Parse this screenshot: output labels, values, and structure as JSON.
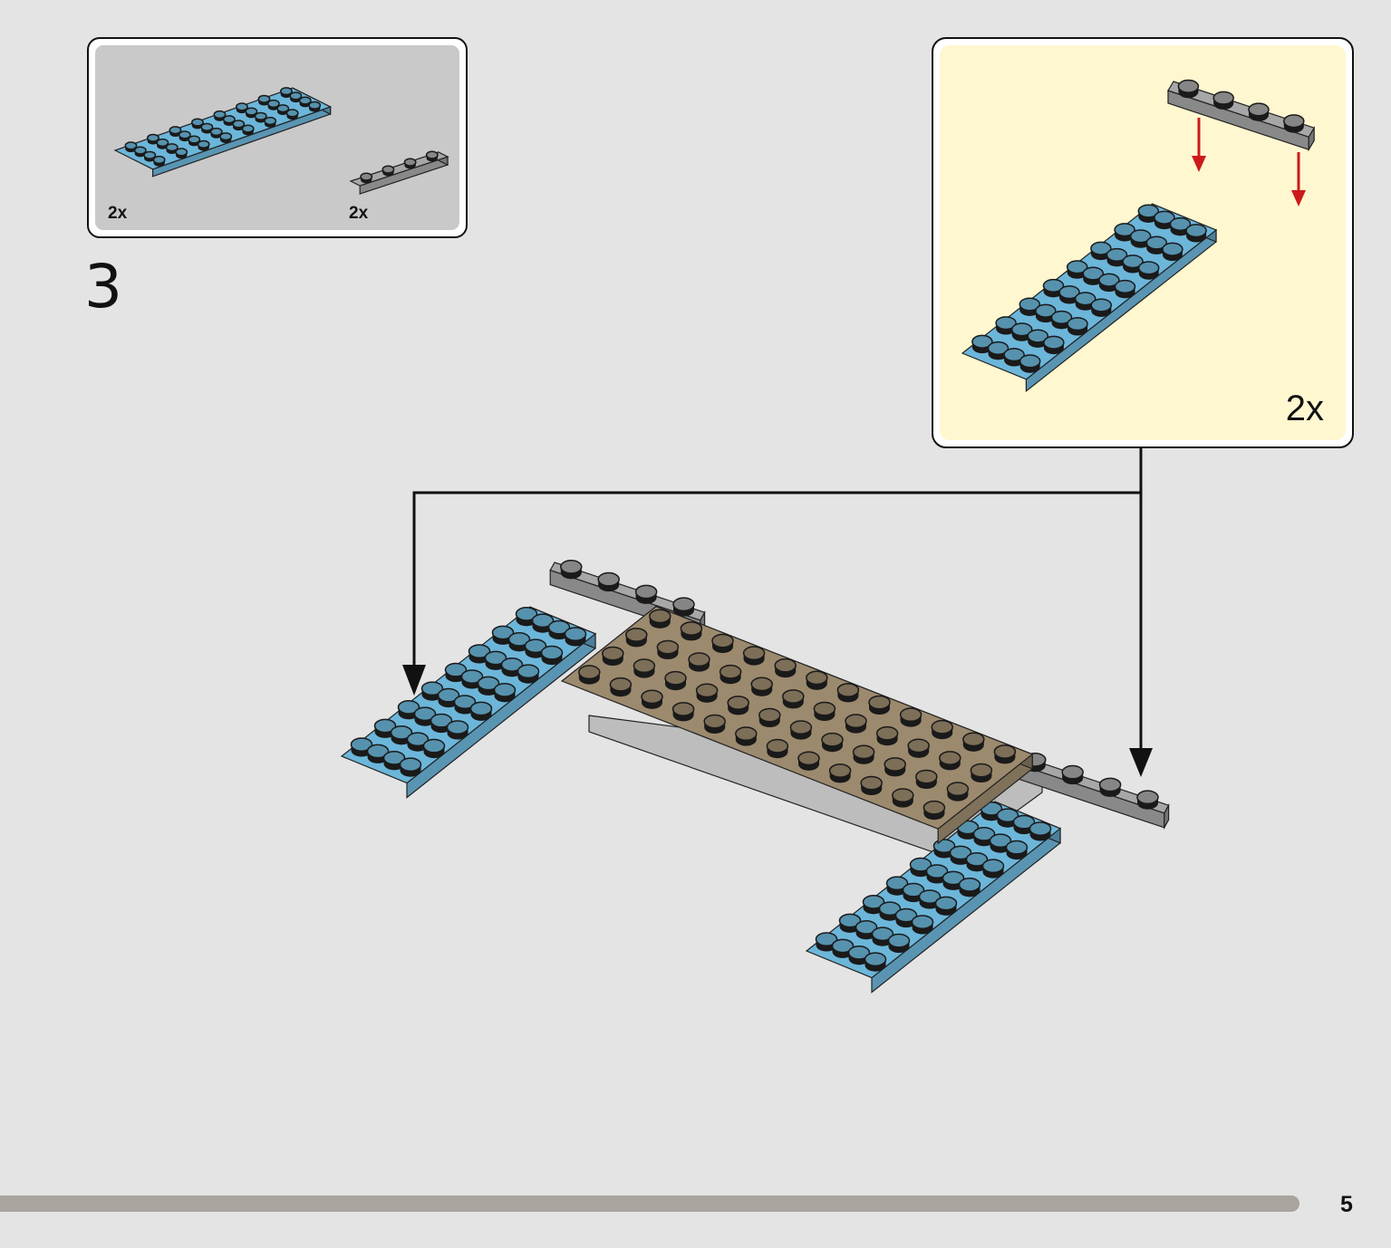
{
  "parts_list": {
    "items": [
      {
        "quantity": "2x",
        "color": "#6cb6da",
        "part": "plate-4x8"
      },
      {
        "quantity": "2x",
        "color": "#a7a7a7",
        "part": "plate-1x4"
      }
    ]
  },
  "step": {
    "number": "3"
  },
  "sub_assembly": {
    "quantity": "2x",
    "arrow_color": "#cc1a1a"
  },
  "colors": {
    "background": "#e4e4e4",
    "callout_fill": "#fff7d0",
    "blue_plate": "#6cb6da",
    "grey_plate": "#a7a7a7",
    "tan_plate": "#9c8a6e"
  },
  "footer": {
    "page_number": "5"
  }
}
